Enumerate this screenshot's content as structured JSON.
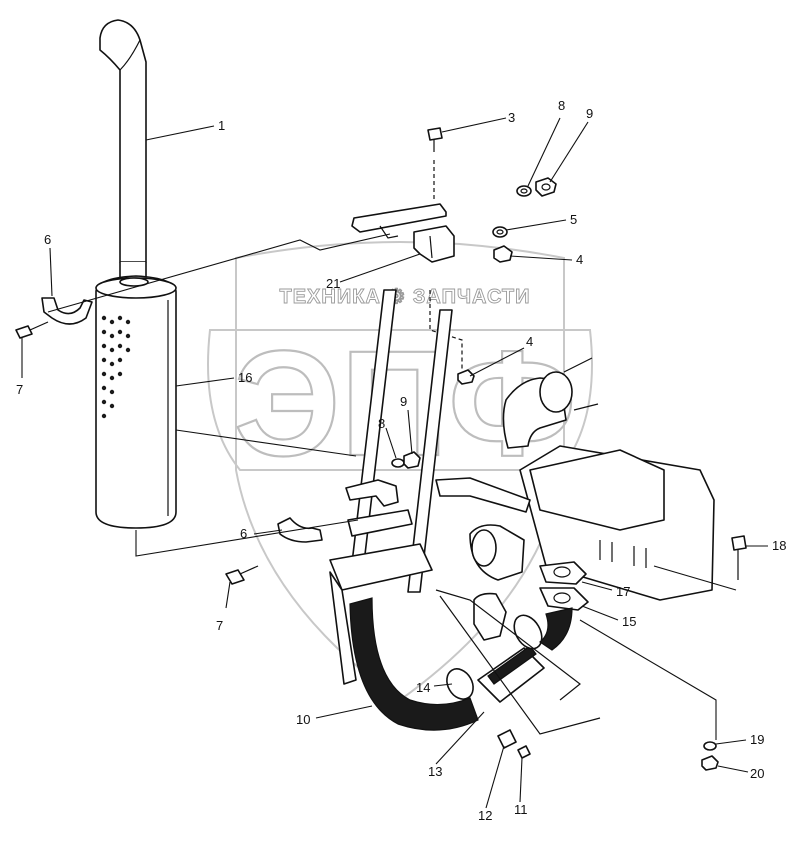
{
  "watermark": {
    "banner": "ТЕХНИКА ⚙ ЗАПЧАСТИ",
    "monogram": "ЭПФ"
  },
  "callouts": [
    {
      "id": "c1",
      "text": "1"
    },
    {
      "id": "c3",
      "text": "3"
    },
    {
      "id": "c8a",
      "text": "8"
    },
    {
      "id": "c9a",
      "text": "9"
    },
    {
      "id": "c5",
      "text": "5"
    },
    {
      "id": "c4a",
      "text": "4"
    },
    {
      "id": "c6a",
      "text": "6"
    },
    {
      "id": "c21",
      "text": "21"
    },
    {
      "id": "c7a",
      "text": "7"
    },
    {
      "id": "c16",
      "text": "16"
    },
    {
      "id": "c4b",
      "text": "4"
    },
    {
      "id": "c9b",
      "text": "9"
    },
    {
      "id": "c8b",
      "text": "8"
    },
    {
      "id": "c6b",
      "text": "6"
    },
    {
      "id": "c7b",
      "text": "7"
    },
    {
      "id": "c18",
      "text": "18"
    },
    {
      "id": "c17",
      "text": "17"
    },
    {
      "id": "c15",
      "text": "15"
    },
    {
      "id": "c14",
      "text": "14"
    },
    {
      "id": "c10",
      "text": "10"
    },
    {
      "id": "c13",
      "text": "13"
    },
    {
      "id": "c12",
      "text": "12"
    },
    {
      "id": "c11",
      "text": "11"
    },
    {
      "id": "c19",
      "text": "19"
    },
    {
      "id": "c20",
      "text": "20"
    }
  ]
}
